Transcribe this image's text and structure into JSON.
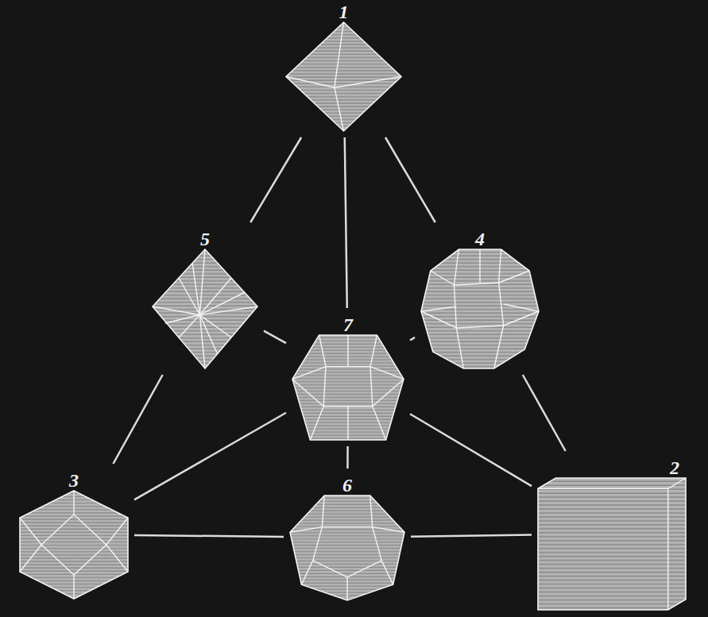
{
  "diagram": {
    "nodes": [
      {
        "text": [
          "1"
        ]
      },
      {
        "text": [
          "5"
        ]
      },
      {
        "text": [
          "4"
        ]
      },
      {
        "text": [
          "7"
        ]
      },
      {
        "text": [
          "3"
        ]
      },
      {
        "text": [
          "6"
        ]
      },
      {
        "text": [
          "2"
        ]
      }
    ],
    "edges": [
      {
        "from": 0,
        "to": 1,
        "arrow": "none"
      },
      {
        "from": 0,
        "to": 3,
        "arrow": "none"
      },
      {
        "from": 0,
        "to": 2,
        "arrow": "none"
      },
      {
        "from": 1,
        "to": 3,
        "arrow": "none"
      },
      {
        "from": 2,
        "to": 3,
        "arrow": "none"
      },
      {
        "from": 1,
        "to": 4,
        "arrow": "none"
      },
      {
        "from": 2,
        "to": 6,
        "arrow": "none"
      },
      {
        "from": 3,
        "to": 4,
        "arrow": "none"
      },
      {
        "from": 3,
        "to": 6,
        "arrow": "none"
      },
      {
        "from": 3,
        "to": 5,
        "arrow": "none"
      },
      {
        "from": 4,
        "to": 5,
        "arrow": "none"
      },
      {
        "from": 5,
        "to": 6,
        "arrow": "none"
      }
    ]
  }
}
